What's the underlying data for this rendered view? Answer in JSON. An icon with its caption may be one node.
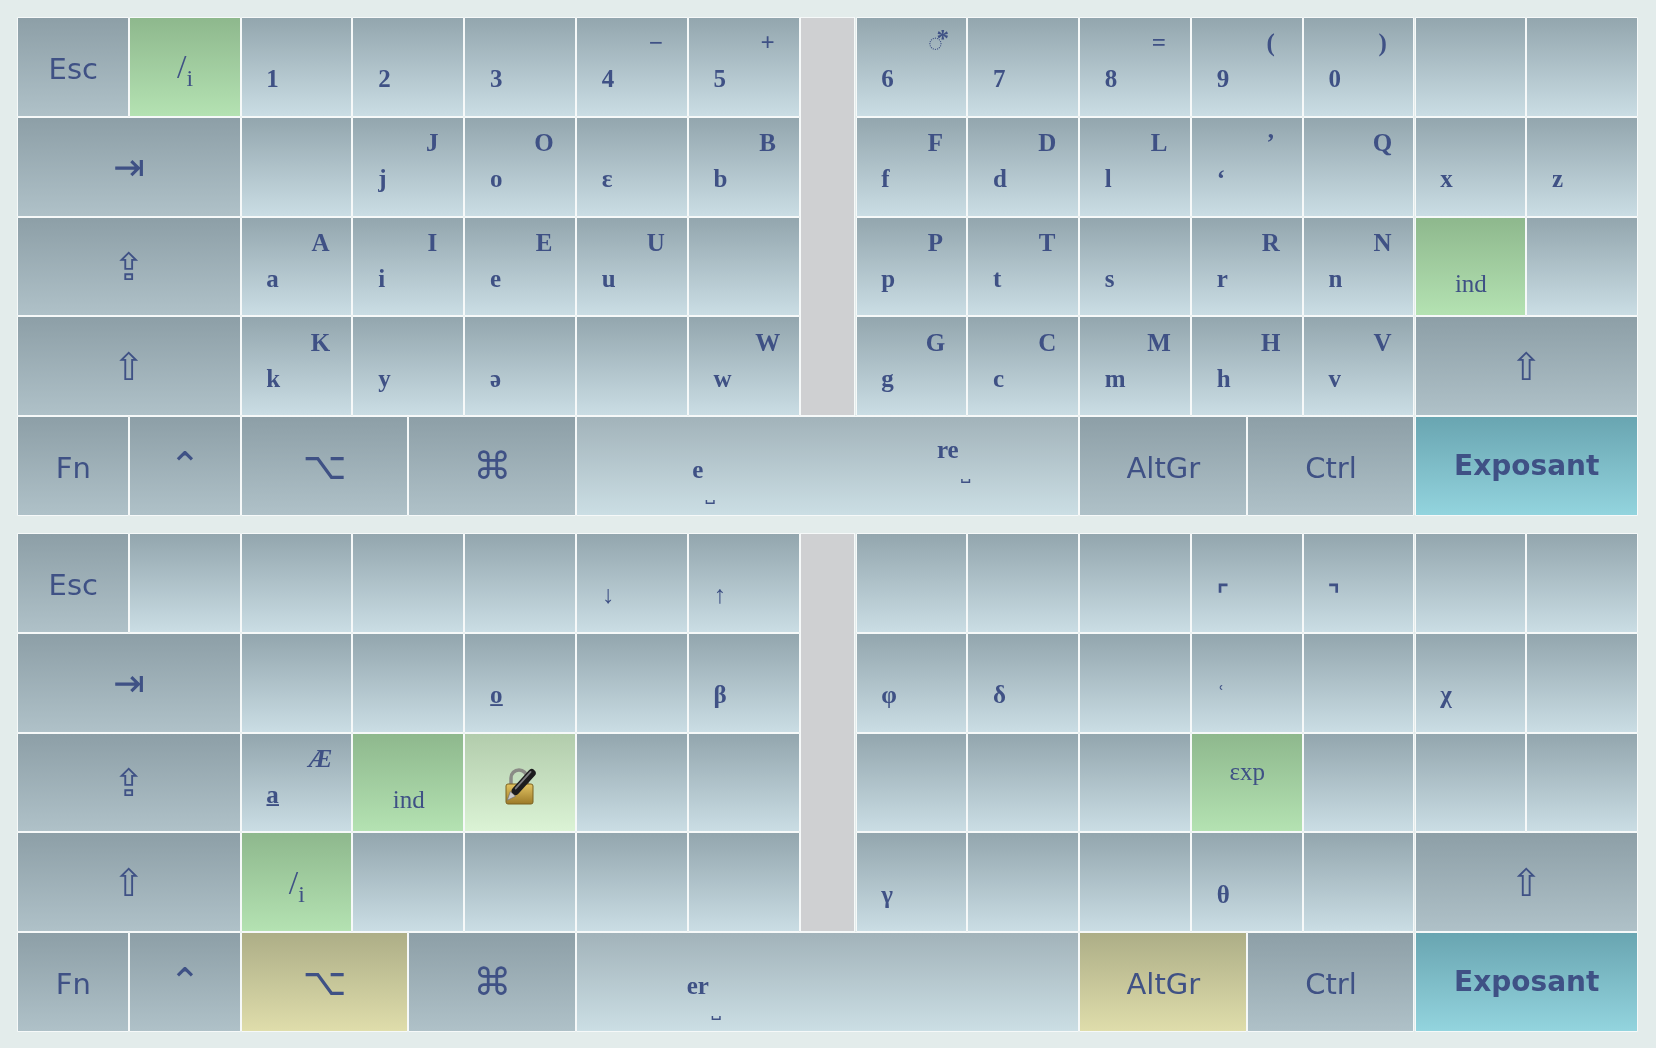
{
  "diagram": {
    "nodes": [
      {
        "text": [
          "Esc"
        ]
      },
      {
        "text": [
          "/$_{i}$"
        ]
      },
      {
        "text": [
          "1"
        ]
      },
      {
        "text": [
          "2"
        ]
      },
      {
        "text": [
          "3"
        ]
      },
      {
        "text": [
          "4",
          "−"
        ]
      },
      {
        "text": [
          "5",
          "+"
        ]
      },
      {
        "text": [],
        "shape": "bar"
      },
      {
        "text": [
          "6",
          "◌⃰"
        ]
      },
      {
        "text": [
          "7"
        ]
      },
      {
        "text": [
          "8",
          "="
        ]
      },
      {
        "text": [
          "9",
          "("
        ]
      },
      {
        "text": [
          "0",
          ")"
        ]
      },
      {
        "text": [],
        "shape": "box"
      },
      {
        "text": [],
        "shape": "box"
      },
      {
        "text": [
          "⇥"
        ]
      },
      {
        "text": [],
        "shape": "box"
      },
      {
        "text": [
          "j",
          "J"
        ]
      },
      {
        "text": [
          "o",
          "O"
        ]
      },
      {
        "text": [
          "ɛ"
        ]
      },
      {
        "text": [
          "b",
          "B"
        ]
      },
      {
        "text": [
          "f",
          "F"
        ]
      },
      {
        "text": [
          "d",
          "D"
        ]
      },
      {
        "text": [
          "l",
          "L"
        ]
      },
      {
        "text": [
          "‘",
          "’"
        ]
      },
      {
        "text": [
          "Q"
        ]
      },
      {
        "text": [
          "x"
        ]
      },
      {
        "text": [
          "z"
        ]
      },
      {
        "text": [
          "⇪"
        ]
      },
      {
        "text": [
          "a",
          "A"
        ]
      },
      {
        "text": [
          "i",
          "I"
        ]
      },
      {
        "text": [
          "e",
          "E"
        ]
      },
      {
        "text": [
          "u",
          "U"
        ]
      },
      {
        "text": [],
        "shape": "box"
      },
      {
        "text": [
          "p",
          "P"
        ]
      },
      {
        "text": [
          "t",
          "T"
        ]
      },
      {
        "text": [
          "s"
        ]
      },
      {
        "text": [
          "r",
          "R"
        ]
      },
      {
        "text": [
          "n",
          "N"
        ]
      },
      {
        "text": [
          "ind"
        ]
      },
      {
        "text": [],
        "shape": "box"
      },
      {
        "text": [
          "⇧"
        ]
      },
      {
        "text": [
          "k",
          "K"
        ]
      },
      {
        "text": [
          "y"
        ]
      },
      {
        "text": [
          "ə"
        ]
      },
      {
        "text": [],
        "shape": "box"
      },
      {
        "text": [
          "w",
          "W"
        ]
      },
      {
        "text": [
          "g",
          "G"
        ]
      },
      {
        "text": [
          "c",
          "C"
        ]
      },
      {
        "text": [
          "m",
          "M"
        ]
      },
      {
        "text": [
          "h",
          "H"
        ]
      },
      {
        "text": [
          "v",
          "V"
        ]
      },
      {
        "text": [
          "⇧"
        ]
      },
      {
        "text": [
          "Fn"
        ]
      },
      {
        "text": [
          "⌃"
        ]
      },
      {
        "text": [
          "⌥"
        ]
      },
      {
        "text": [
          "⌘"
        ]
      },
      {
        "text": [
          "e",
          "␣",
          "re",
          "␣"
        ]
      },
      {
        "text": [
          "AltGr"
        ]
      },
      {
        "text": [
          "Ctrl"
        ]
      },
      {
        "text": [
          "Exposant"
        ]
      },
      {
        "text": [
          "Esc"
        ]
      },
      {
        "text": [],
        "shape": "box"
      },
      {
        "text": [],
        "shape": "box"
      },
      {
        "text": [],
        "shape": "box"
      },
      {
        "text": [],
        "shape": "box"
      },
      {
        "text": [
          "↓"
        ]
      },
      {
        "text": [
          "↑"
        ]
      },
      {
        "text": [],
        "shape": "bar"
      },
      {
        "text": [],
        "shape": "box"
      },
      {
        "text": [],
        "shape": "box"
      },
      {
        "text": [],
        "shape": "box"
      },
      {
        "text": [
          "⌜"
        ]
      },
      {
        "text": [
          "⌝"
        ]
      },
      {
        "text": [],
        "shape": "box"
      },
      {
        "text": [],
        "shape": "box"
      },
      {
        "text": [
          "⇥"
        ]
      },
      {
        "text": [],
        "shape": "box"
      },
      {
        "text": [],
        "shape": "box"
      },
      {
        "text": [
          "o̲"
        ]
      },
      {
        "text": [],
        "shape": "box"
      },
      {
        "text": [
          "β"
        ]
      },
      {
        "text": [
          "φ"
        ]
      },
      {
        "text": [
          "δ"
        ]
      },
      {
        "text": [],
        "shape": "box"
      },
      {
        "text": [
          "ʿ"
        ]
      },
      {
        "text": [],
        "shape": "box"
      },
      {
        "text": [
          "χ"
        ]
      },
      {
        "text": [],
        "shape": "box"
      },
      {
        "text": [
          "⇪"
        ]
      },
      {
        "text": [
          "a̲",
          "Æ"
        ]
      },
      {
        "text": [
          "ind"
        ]
      },
      {
        "text": [],
        "shape": "picture"
      },
      {
        "text": [],
        "shape": "box"
      },
      {
        "text": [],
        "shape": "box"
      },
      {
        "text": [],
        "shape": "box"
      },
      {
        "text": [],
        "shape": "box"
      },
      {
        "text": [],
        "shape": "box"
      },
      {
        "text": [
          "ɛxp"
        ]
      },
      {
        "text": [],
        "shape": "box"
      },
      {
        "text": [],
        "shape": "box"
      },
      {
        "text": [],
        "shape": "box"
      },
      {
        "text": [
          "⇧"
        ]
      },
      {
        "text": [
          "/$_{i}$"
        ]
      },
      {
        "text": [],
        "shape": "box"
      },
      {
        "text": [],
        "shape": "box"
      },
      {
        "text": [],
        "shape": "box"
      },
      {
        "text": [],
        "shape": "box"
      },
      {
        "text": [
          "γ"
        ]
      },
      {
        "text": [],
        "shape": "box"
      },
      {
        "text": [],
        "shape": "box"
      },
      {
        "text": [
          "θ"
        ]
      },
      {
        "text": [],
        "shape": "box"
      },
      {
        "text": [
          "⇧"
        ]
      },
      {
        "text": [
          "Fn"
        ]
      },
      {
        "text": [
          "⌃"
        ]
      },
      {
        "text": [
          "⌥"
        ]
      },
      {
        "text": [
          "⌘"
        ]
      },
      {
        "text": [
          "er",
          "␣"
        ]
      },
      {
        "text": [
          "AltGr"
        ]
      },
      {
        "text": [
          "Ctrl"
        ]
      },
      {
        "text": [
          "Exposant"
        ]
      }
    ]
  }
}
